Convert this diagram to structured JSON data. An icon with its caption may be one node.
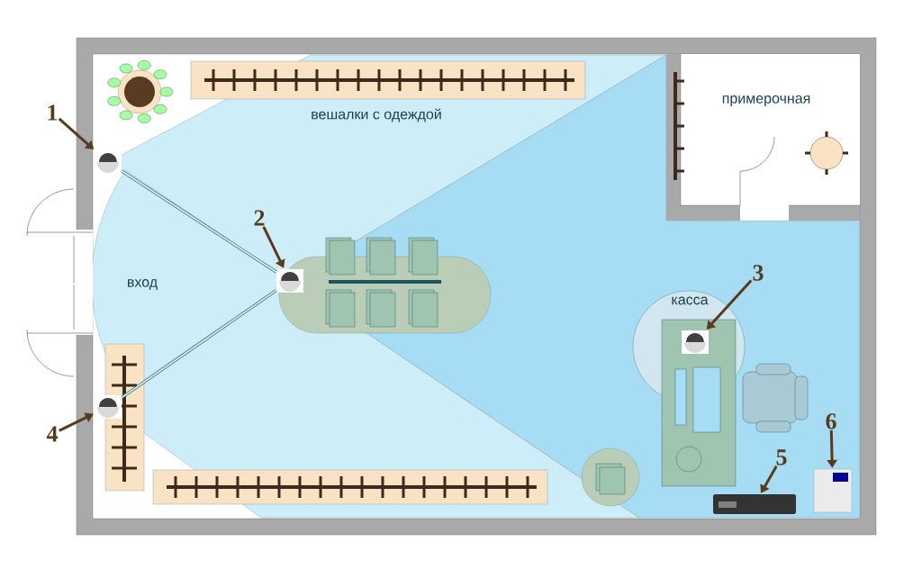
{
  "diagram": {
    "nodes": [
      {
        "text": [
          "1"
        ]
      },
      {
        "text": [],
        "shape": "picture"
      },
      {
        "text": [
          "2"
        ]
      },
      {
        "text": [],
        "shape": "picture"
      },
      {
        "text": [
          "3"
        ]
      },
      {
        "text": [],
        "shape": "picture"
      },
      {
        "text": [
          "4"
        ]
      },
      {
        "text": [],
        "shape": "picture"
      },
      {
        "text": [
          "5"
        ]
      },
      {
        "text": [],
        "shape": "picture"
      },
      {
        "text": [
          "6"
        ]
      },
      {
        "text": [],
        "shape": "picture"
      }
    ],
    "edges": [
      {
        "from": 0,
        "to": 1,
        "arrow": "to"
      },
      {
        "from": 2,
        "to": 3,
        "arrow": "to"
      },
      {
        "from": 4,
        "to": 5,
        "arrow": "to"
      },
      {
        "from": 6,
        "to": 7,
        "arrow": "to"
      },
      {
        "from": 8,
        "to": 9,
        "arrow": "to"
      },
      {
        "from": 10,
        "to": 11,
        "arrow": "to"
      },
      {
        "from": 1,
        "to": 3,
        "arrow": "none",
        "color": "#1f5560"
      },
      {
        "from": 7,
        "to": 3,
        "arrow": "none",
        "color": "#1f5560"
      }
    ],
    "labels": [
      "вешалки с одеждой",
      "примерочная",
      "вход",
      "касса"
    ]
  }
}
